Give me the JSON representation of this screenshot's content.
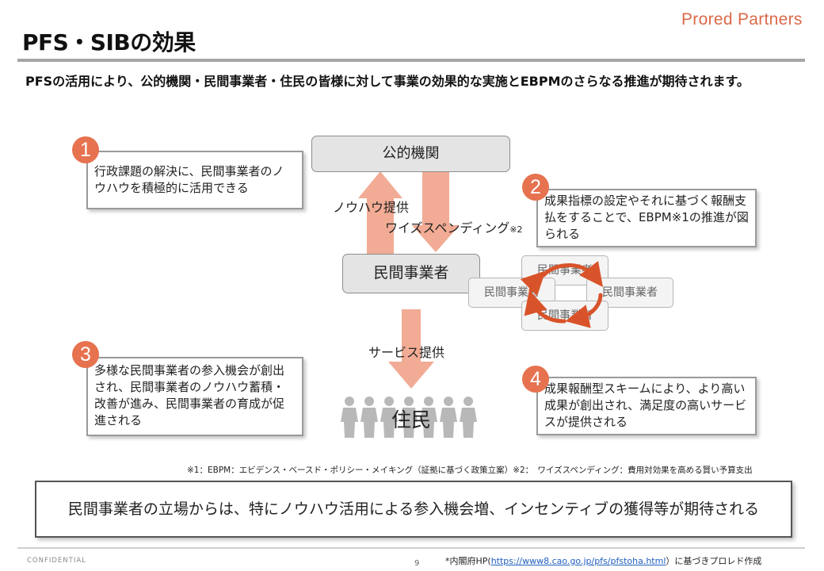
{
  "header": {
    "brand": "Prored Partners",
    "title": "PFS・SIBの効果",
    "lead": "PFSの活用により、公的機関・民間事業者・住民の皆様に対して事業の効果的な実施とEBPMのさらなる推進が期待されます。"
  },
  "diagram": {
    "public_org": "公的機関",
    "private_biz": "民間事業者",
    "residents": "住民",
    "arrow_up_label": "ノウハウ提供",
    "arrow_down_label": "ワイズスペンディング",
    "arrow_down_mark": "※2",
    "service_label": "サービス提供",
    "cycle_boxes": [
      "民間事業者",
      "民間事業者",
      "民間事業者",
      "民間事業者"
    ]
  },
  "callouts": [
    {
      "num": "1",
      "text": "行政課題の解決に、民間事業者のノウハウを積極的に活用できる"
    },
    {
      "num": "2",
      "text": "成果指標の設定やそれに基づく報酬支払をすることで、EBPM※1の推進が図られる"
    },
    {
      "num": "3",
      "text": "多様な民間事業者の参入機会が創出され、民間事業者のノウハウ蓄積・改善が進み、民間事業者の育成が促進される"
    },
    {
      "num": "4",
      "text": "成果報酬型スキームにより、より高い成果が創出され、満足度の高いサービスが提供される"
    }
  ],
  "footnote": "※1：EBPM：エビデンス・ベースド・ポリシー・メイキング（証拠に基づく政策立案）※2：　ワイズスペンディング：費用対効果を高める賢い予算支出",
  "conclusion": "民間事業者の立場からは、特にノウハウ活用による参入機会増、インセンティブの獲得等が期待される",
  "footer": {
    "confidential": "CONFIDENTIAL",
    "page": "9",
    "source_prefix": "*内閣府HP(",
    "source_url": "https://www8.cao.go.jp/pfs/pfstoha.html",
    "source_suffix": "）に基づきプロレド作成"
  },
  "colors": {
    "accent": "#e6724f",
    "arrow": "#f2ab94",
    "cycle": "#d9532a",
    "people": "#b8b8b8"
  }
}
